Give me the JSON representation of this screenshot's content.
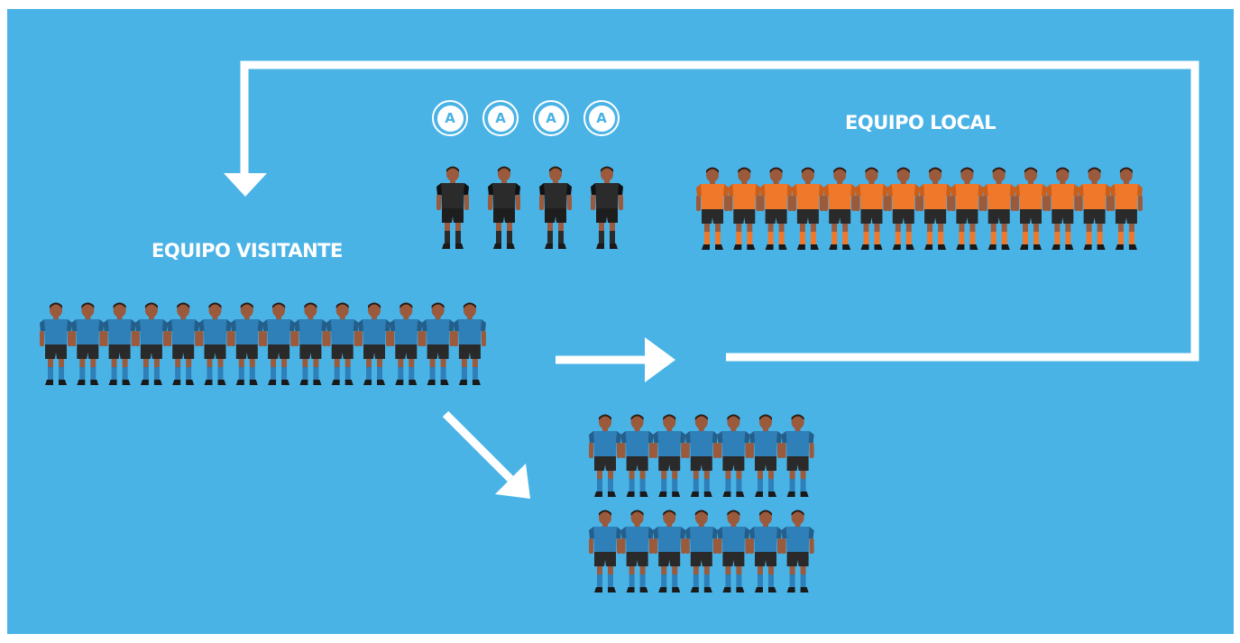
{
  "labels": {
    "visiting_team": "EQUIPO VISITANTE",
    "home_team": "EQUIPO LOCAL"
  },
  "referee_badges": [
    "A",
    "A",
    "A",
    "A"
  ],
  "groups": {
    "referees": {
      "count": 4,
      "kit": "black"
    },
    "home_team": {
      "count": 14,
      "kit": "orange"
    },
    "visiting_team": {
      "count": 14,
      "kit": "blue"
    },
    "visiting_subgroup_row1": {
      "count": 7,
      "kit": "blue"
    },
    "visiting_subgroup_row2": {
      "count": 7,
      "kit": "blue"
    }
  },
  "kits": {
    "blue": {
      "shirt": "#2f7fb8",
      "shirt_dark": "#245f8c",
      "shorts": "#2a2a2a",
      "socks": "#2f7fb8"
    },
    "orange": {
      "shirt": "#f0782a",
      "shirt_dark": "#c85f1c",
      "shorts": "#2a2a2a",
      "socks": "#f0782a"
    },
    "black": {
      "shirt": "#2b2b2b",
      "shirt_dark": "#111111",
      "shorts": "#1e1e1e",
      "socks": "#2b2b2b"
    }
  },
  "colors": {
    "background": "#4ab3e6",
    "arrow": "#ffffff",
    "skin": "#9b5a3c",
    "hair": "#2a1a12"
  },
  "icons": [
    "player-icon",
    "referee-icon",
    "arrow-icon"
  ]
}
